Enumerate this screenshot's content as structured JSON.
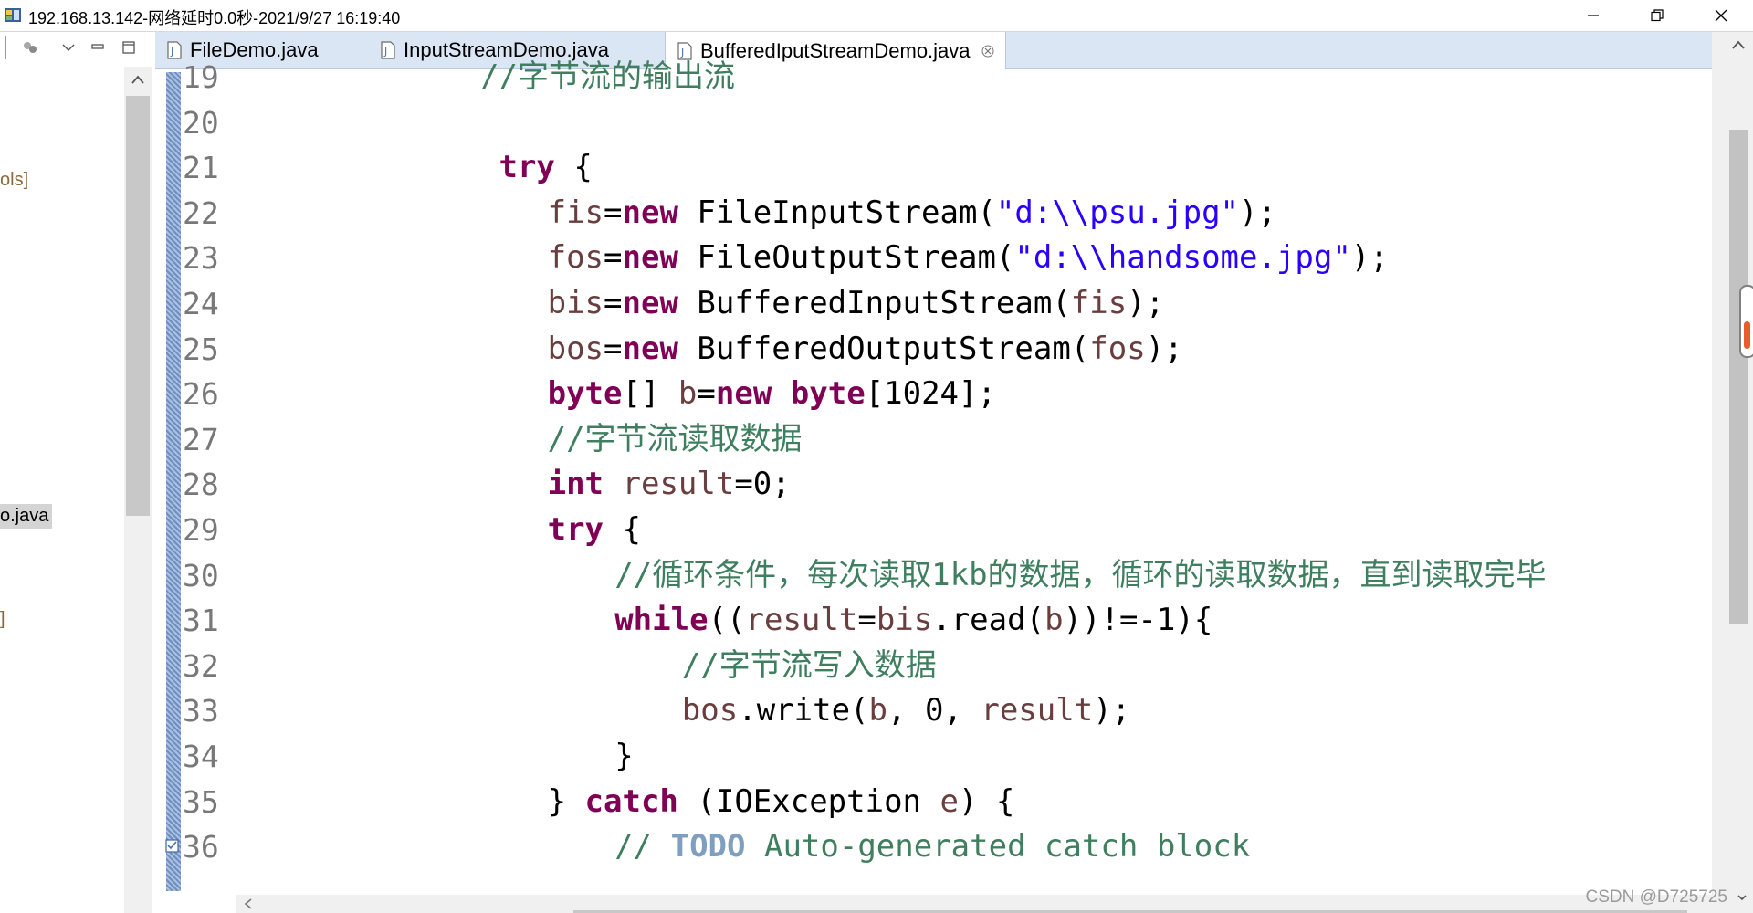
{
  "window": {
    "title": "192.168.13.142-网络延时0.0秒-2021/9/27 16:19:40",
    "icon": "remote-desktop-icon",
    "controls": [
      "minimize-icon",
      "restore-icon",
      "close-icon"
    ]
  },
  "left_panel": {
    "toolbar_icons": [
      "link-with-editor-icon",
      "view-menu-icon",
      "minimize-icon",
      "maximize-icon"
    ],
    "items": [
      {
        "label": "ols]",
        "kind": "truncated-library"
      },
      {
        "label": "o.java",
        "kind": "selected-file"
      },
      {
        "label": "]",
        "kind": "truncated-library"
      }
    ]
  },
  "tabs": [
    {
      "label": "FileDemo.java",
      "active": false
    },
    {
      "label": "InputStreamDemo.java",
      "active": false
    },
    {
      "label": "BufferedIputStreamDemo.java",
      "active": true
    }
  ],
  "editor": {
    "lines": [
      {
        "num": "19",
        "indent": 4,
        "tokens": [
          {
            "t": "//字节流的输出流",
            "c": "cmt"
          }
        ]
      },
      {
        "num": "20",
        "indent": 0,
        "tokens": []
      },
      {
        "num": "21",
        "indent": 4,
        "tokens": [
          {
            "t": " try",
            "c": "kw"
          },
          {
            "t": " {",
            "c": ""
          }
        ]
      },
      {
        "num": "22",
        "indent": 8,
        "tokens": [
          {
            "t": "fis",
            "c": "var"
          },
          {
            "t": "=",
            "c": ""
          },
          {
            "t": "new",
            "c": "kw"
          },
          {
            "t": " FileInputStream(",
            "c": ""
          },
          {
            "t": "\"d:\\\\psu.jpg\"",
            "c": "str"
          },
          {
            "t": ");",
            "c": ""
          }
        ]
      },
      {
        "num": "23",
        "indent": 8,
        "tokens": [
          {
            "t": "fos",
            "c": "var"
          },
          {
            "t": "=",
            "c": ""
          },
          {
            "t": "new",
            "c": "kw"
          },
          {
            "t": " FileOutputStream(",
            "c": ""
          },
          {
            "t": "\"d:\\\\handsome.jpg\"",
            "c": "str"
          },
          {
            "t": ");",
            "c": ""
          }
        ]
      },
      {
        "num": "24",
        "indent": 8,
        "tokens": [
          {
            "t": "bis",
            "c": "var"
          },
          {
            "t": "=",
            "c": ""
          },
          {
            "t": "new",
            "c": "kw"
          },
          {
            "t": " BufferedInputStream(",
            "c": ""
          },
          {
            "t": "fis",
            "c": "var"
          },
          {
            "t": ");",
            "c": ""
          }
        ]
      },
      {
        "num": "25",
        "indent": 8,
        "tokens": [
          {
            "t": "bos",
            "c": "var"
          },
          {
            "t": "=",
            "c": ""
          },
          {
            "t": "new",
            "c": "kw"
          },
          {
            "t": " BufferedOutputStream(",
            "c": ""
          },
          {
            "t": "fos",
            "c": "var"
          },
          {
            "t": ");",
            "c": ""
          }
        ]
      },
      {
        "num": "26",
        "indent": 8,
        "tokens": [
          {
            "t": "byte",
            "c": "kw"
          },
          {
            "t": "[] ",
            "c": ""
          },
          {
            "t": "b",
            "c": "var"
          },
          {
            "t": "=",
            "c": ""
          },
          {
            "t": "new",
            "c": "kw"
          },
          {
            "t": " ",
            "c": ""
          },
          {
            "t": "byte",
            "c": "kw"
          },
          {
            "t": "[1024];",
            "c": ""
          }
        ]
      },
      {
        "num": "27",
        "indent": 8,
        "tokens": [
          {
            "t": "//字节流读取数据",
            "c": "cmt"
          }
        ]
      },
      {
        "num": "28",
        "indent": 8,
        "tokens": [
          {
            "t": "int",
            "c": "kw"
          },
          {
            "t": " ",
            "c": ""
          },
          {
            "t": "result",
            "c": "var"
          },
          {
            "t": "=0;",
            "c": ""
          }
        ]
      },
      {
        "num": "29",
        "indent": 8,
        "tokens": [
          {
            "t": "try",
            "c": "kw"
          },
          {
            "t": " {",
            "c": ""
          }
        ]
      },
      {
        "num": "30",
        "indent": 12,
        "tokens": [
          {
            "t": "//循环条件，每次读取1kb的数据，循环的读取数据，直到读取完毕",
            "c": "cmt"
          }
        ]
      },
      {
        "num": "31",
        "indent": 12,
        "tokens": [
          {
            "t": "while",
            "c": "kw"
          },
          {
            "t": "((",
            "c": ""
          },
          {
            "t": "result",
            "c": "var"
          },
          {
            "t": "=",
            "c": ""
          },
          {
            "t": "bis",
            "c": "var"
          },
          {
            "t": ".read(",
            "c": ""
          },
          {
            "t": "b",
            "c": "var"
          },
          {
            "t": "))!=-1){",
            "c": ""
          }
        ]
      },
      {
        "num": "32",
        "indent": 16,
        "tokens": [
          {
            "t": "//字节流写入数据",
            "c": "cmt"
          }
        ]
      },
      {
        "num": "33",
        "indent": 16,
        "tokens": [
          {
            "t": "bos",
            "c": "var"
          },
          {
            "t": ".write(",
            "c": ""
          },
          {
            "t": "b",
            "c": "var"
          },
          {
            "t": ", 0, ",
            "c": ""
          },
          {
            "t": "result",
            "c": "var"
          },
          {
            "t": ");",
            "c": ""
          }
        ]
      },
      {
        "num": "34",
        "indent": 12,
        "tokens": [
          {
            "t": "}",
            "c": ""
          }
        ]
      },
      {
        "num": "35",
        "indent": 8,
        "tokens": [
          {
            "t": "} ",
            "c": ""
          },
          {
            "t": "catch",
            "c": "kw"
          },
          {
            "t": " (IOException ",
            "c": ""
          },
          {
            "t": "e",
            "c": "var"
          },
          {
            "t": ") {",
            "c": ""
          }
        ]
      },
      {
        "num": "36",
        "indent": 12,
        "marker": "task-marker-icon",
        "tokens": [
          {
            "t": "// ",
            "c": "cmt"
          },
          {
            "t": "TODO",
            "c": "todo"
          },
          {
            "t": " Auto-generated catch block",
            "c": "cmt"
          }
        ]
      }
    ]
  },
  "watermark": "CSDN @D725725",
  "colors": {
    "keyword": "#7f0055",
    "string": "#2a00ff",
    "variable": "#6a3e3e",
    "comment": "#3f7f5f",
    "todo": "#7f9fbf",
    "line_number": "#787878",
    "tab_bar": "#dbe6f4"
  }
}
